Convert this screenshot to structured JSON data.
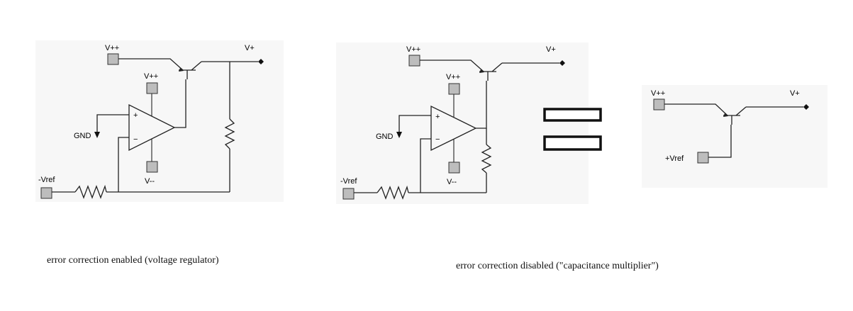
{
  "circuit_left": {
    "supply_high": "V++",
    "output": "V+",
    "opamp_plus_supply": "V++",
    "opamp_minus_supply": "V--",
    "ground": "GND",
    "reference": "-Vref",
    "input_plus": "+",
    "input_minus": "−",
    "caption": "error correction enabled  (voltage regulator)"
  },
  "circuit_middle": {
    "supply_high": "V++",
    "output": "V+",
    "opamp_plus_supply": "V++",
    "opamp_minus_supply": "V--",
    "ground": "GND",
    "reference": "-Vref",
    "input_plus": "+",
    "input_minus": "−",
    "caption": "error correction disabled (\"capacitance multiplier\")"
  },
  "circuit_right": {
    "supply_high": "V++",
    "output": "V+",
    "reference": "+Vref"
  }
}
